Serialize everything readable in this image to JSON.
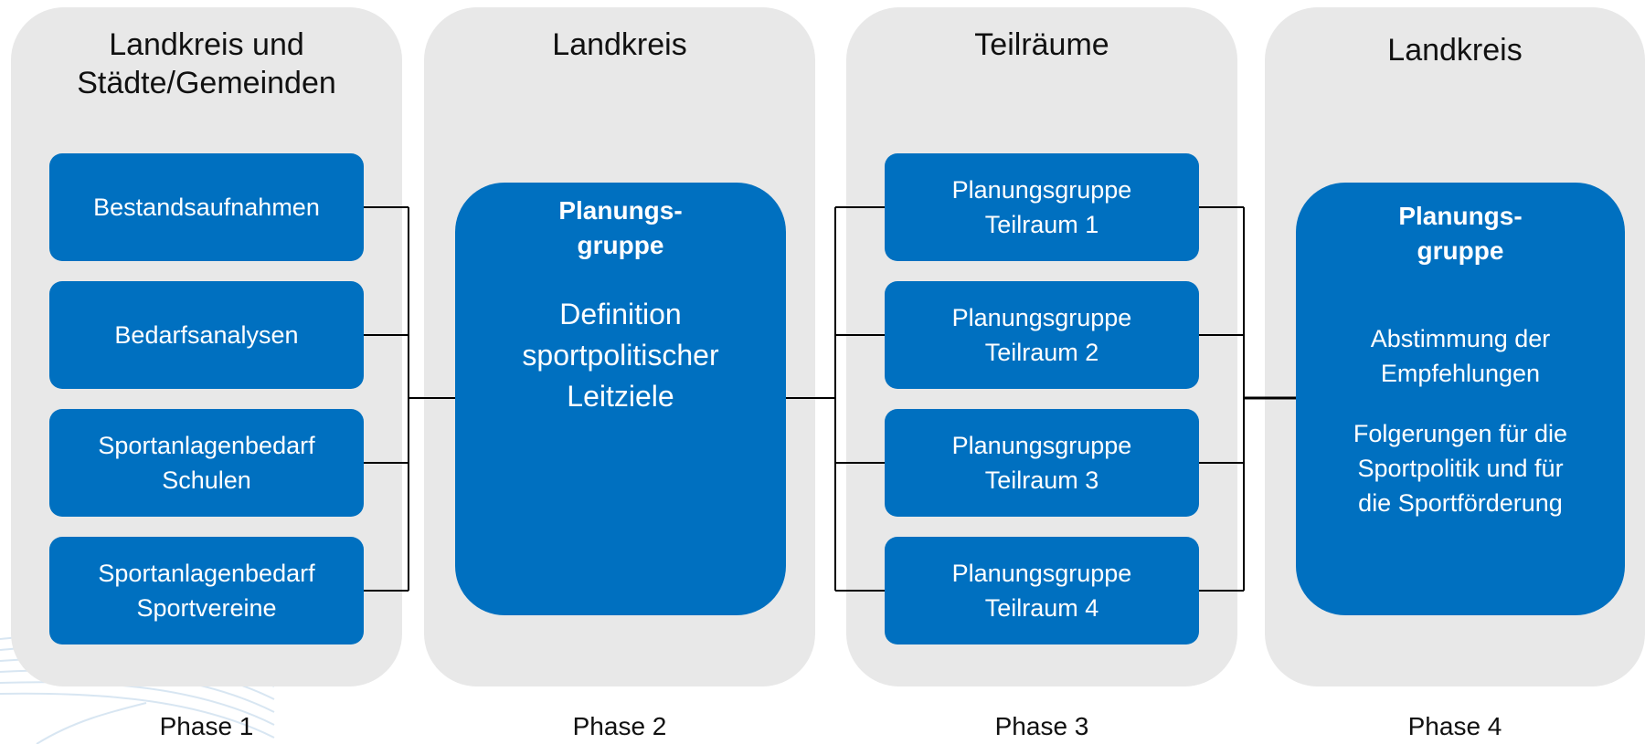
{
  "columns": [
    {
      "title": "Landkreis und Städte/Gemeinden",
      "boxes": [
        "Bestandsaufnahmen",
        "Bedarfsanalysen",
        "Sportanlagenbedarf Schulen",
        "Sportanlagenbedarf Sportvereine"
      ],
      "phase": "Phase 1"
    },
    {
      "title": "Landkreis",
      "box_heading": "Planungs-gruppe",
      "box_text": "Definition sportpolitischer Leitziele",
      "phase": "Phase 2"
    },
    {
      "title": "Teilräume",
      "boxes": [
        "Planungsgruppe Teilraum 1",
        "Planungsgruppe Teilraum 2",
        "Planungsgruppe Teilraum 3",
        "Planungsgruppe Teilraum 4"
      ],
      "phase": "Phase 3"
    },
    {
      "title": "Landkreis",
      "box_heading": "Planungs-gruppe",
      "box_text_1": "Abstimmung der Empfehlungen",
      "box_text_2": "Folgerungen für die Sportpolitik und für die Sportförderung",
      "phase": "Phase 4"
    }
  ],
  "colors": {
    "column_bg": "#e8e8e8",
    "box_blue": "#0070c0",
    "box_text": "#ffffff"
  }
}
